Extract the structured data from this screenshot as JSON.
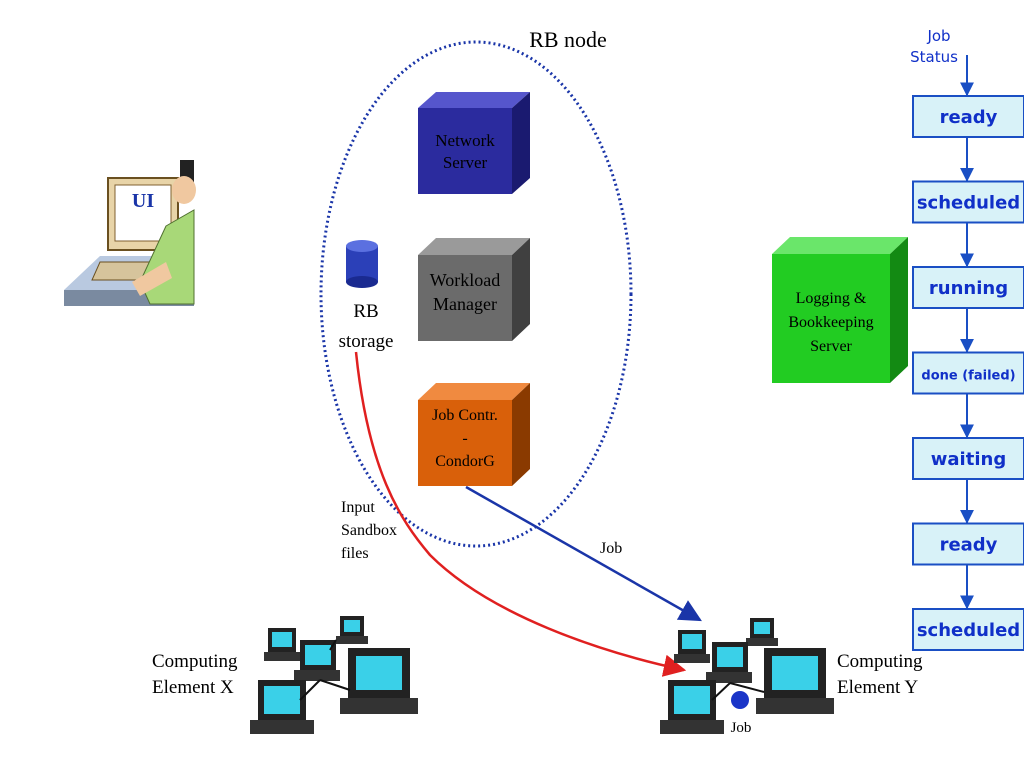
{
  "rb_node": {
    "title": "RB node",
    "storage_label_1": "RB",
    "storage_label_2": "storage",
    "network_server": {
      "line1": "Network",
      "line2": "Server",
      "color": "#2b2b9e"
    },
    "workload_manager": {
      "line1": "Workload",
      "line2": "Manager",
      "color": "#6b6b6b"
    },
    "job_controller": {
      "line1": "Job Contr.",
      "line2": "-",
      "line3": "CondorG",
      "color": "#d9600a"
    }
  },
  "ui": {
    "label": "UI"
  },
  "logging_server": {
    "line1": "Logging &",
    "line2": "Bookkeeping",
    "line3": "Server",
    "color": "#22cc22"
  },
  "flows": {
    "input_sandbox": {
      "line1": "Input",
      "line2": "Sandbox",
      "line3": "files",
      "color": "#e02020"
    },
    "job_submit": {
      "label": "Job",
      "color": "#1a35a8"
    }
  },
  "computing_elements": {
    "x": {
      "line1": "Computing",
      "line2": "Element X"
    },
    "y": {
      "line1": "Computing",
      "line2": "Element Y",
      "job_label": "Job"
    }
  },
  "job_status": {
    "header_line1": "Job",
    "header_line2": "Status",
    "states": [
      "ready",
      "scheduled",
      "running",
      "done (failed)",
      "waiting",
      "ready",
      "scheduled"
    ],
    "box_color": "#d8f2f8",
    "border_color": "#1a4fc4",
    "text_color": "#1030c8"
  }
}
